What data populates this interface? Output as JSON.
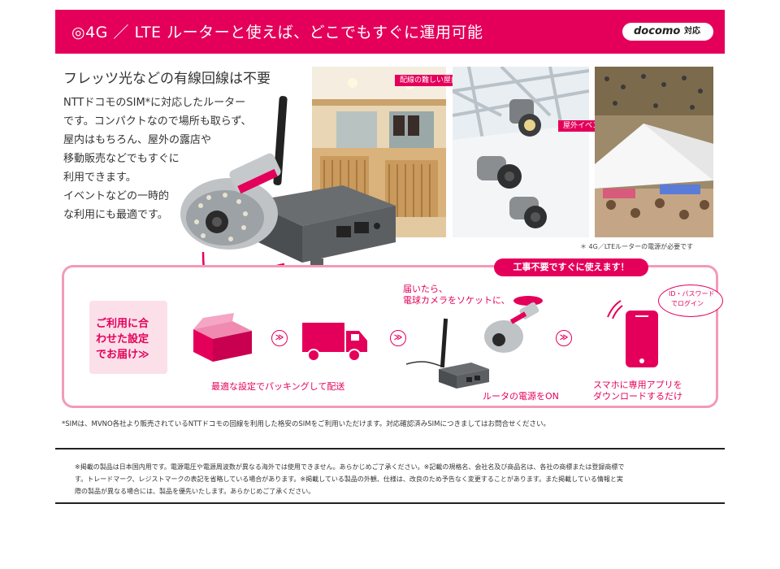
{
  "header": {
    "title": "◎4G ／ LTE ルーターと使えば、どこでもすぐに運用可能",
    "logo_text": "docomo",
    "logo_suffix": "対応"
  },
  "lead": {
    "subheading": "フレッツ光などの有線回線は不要",
    "description": [
      "NTTドコモのSIM*に対応したルーター",
      "です。コンパクトなので場所も取らず、",
      "屋内はもちろん、屋外の露店や",
      "移動販売などでもすぐに",
      "利用できます。",
      "イベントなどの一時的",
      "な利用にも最適です。"
    ]
  },
  "photos": {
    "indoor_caption": "配線の難しい屋内に最適",
    "outdoor_caption": "屋外イベントの仮設テントで",
    "power_note": "＊ 4G／LTEルーターの電源が必要です"
  },
  "flow": {
    "banner": "工事不要ですぐに使えます！",
    "delivery_lines": [
      "ご利用に合",
      "わせた設定",
      "でお届け≫"
    ],
    "chevron": "≫",
    "packing_caption": "最適な設定でパッキングして配送",
    "install_lines": [
      "届いたら、",
      "電球カメラをソケットに、"
    ],
    "power_caption": "ルータの電源をON",
    "app_lines": [
      "スマホに専用アプリを",
      "ダウンロードするだけ"
    ],
    "id_bubble_lines": [
      "ID・パスワード",
      "でログイン"
    ]
  },
  "footnotes": {
    "sim_note": "*SIMは、MVNO各社より販売されているNTTドコモの回線を利用した格安のSIMをご利用いただけます。対応確認済みSIMにつきましてはお問合せください。",
    "disclaimer": [
      "※掲載の製品は日本国内用です。電源電圧や電源周波数が異なる海外では使用できません。あらかじめご了承ください。※記載の規格名、会社名及び商品名は、各社の商標または登録商標で",
      "す。トレードマーク、レジストマークの表記を省略している場合があります。※掲載している製品の外観、仕様は、改良のため予告なく変更することがあります。また掲載している情報と実",
      "際の製品が異なる場合には、製品を優先いたします。あらかじめご了承ください。"
    ]
  },
  "colors": {
    "brand": "#e4005a",
    "light_pink": "#fbe0ea",
    "border_pink": "#f29bb7"
  }
}
